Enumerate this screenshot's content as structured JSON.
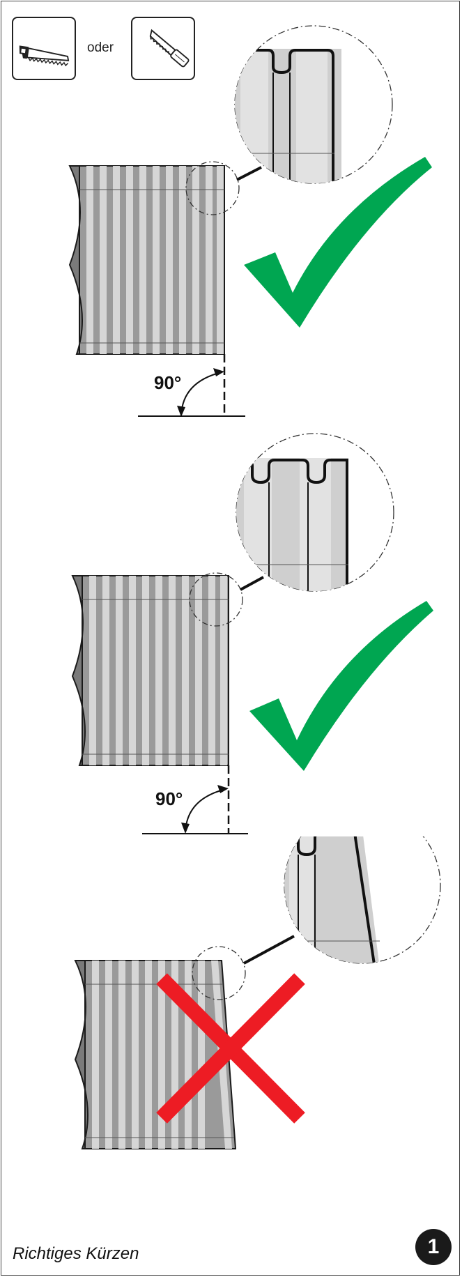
{
  "tools": {
    "saw_icon": "handsaw-icon",
    "knife_icon": "serrated-knife-icon",
    "separator_label": "oder"
  },
  "panels": [
    {
      "id": "correct-cut-1",
      "result": "correct",
      "angle_label": "90°",
      "mark_icon": "green-checkmark-icon"
    },
    {
      "id": "correct-cut-2",
      "result": "correct",
      "angle_label": "90°",
      "mark_icon": "green-checkmark-icon"
    },
    {
      "id": "incorrect-cut",
      "result": "incorrect",
      "mark_icon": "red-cross-icon"
    }
  ],
  "caption": "Richtiges Kürzen",
  "figure_number": "1",
  "colors": {
    "check": "#00a651",
    "cross": "#ed1c24",
    "outline": "#1a1a1a",
    "pipe_fill": "#8d8d8d"
  }
}
